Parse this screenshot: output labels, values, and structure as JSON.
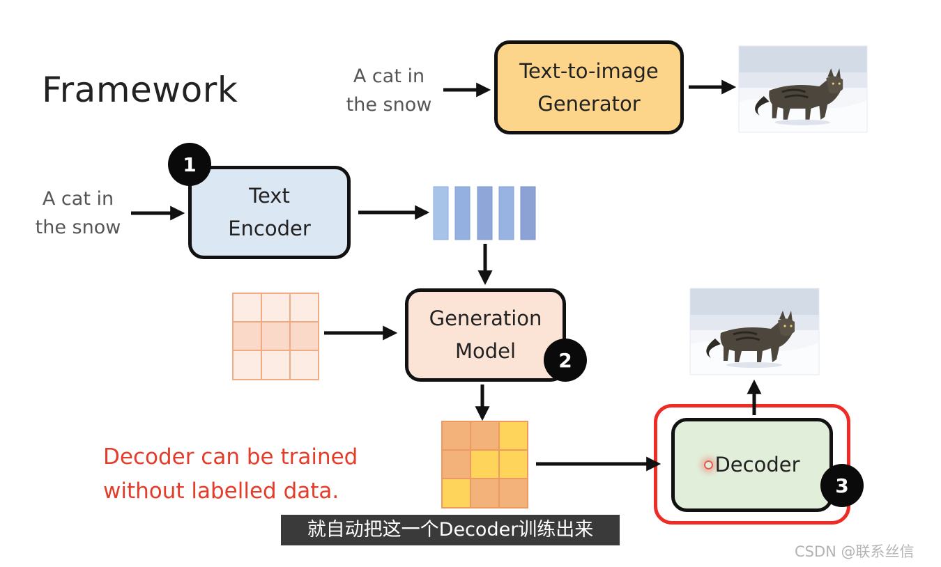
{
  "title": "Framework",
  "top_row": {
    "input_lines": [
      "A cat in",
      "the snow"
    ],
    "generator_lines": [
      "Text-to-image",
      "Generator"
    ]
  },
  "encoder_row": {
    "input_lines": [
      "A cat in",
      "the snow"
    ],
    "encoder_lines": [
      "Text",
      "Encoder"
    ],
    "badge": "1"
  },
  "generation": {
    "lines": [
      "Generation",
      "Model"
    ],
    "badge": "2"
  },
  "decoder": {
    "label": "Decoder",
    "badge": "3"
  },
  "note_lines": [
    "Decoder can be trained",
    "without labelled data."
  ],
  "subtitle": "就自动把这一个Decoder训练出来",
  "watermark": "CSDN @联系丝信",
  "colors": {
    "generator_fill": "#fdd58a",
    "encoder_fill": "#dbe7f3",
    "generation_fill": "#fbe4d6",
    "decoder_fill": "#e1efda",
    "highlight": "#ee2b24",
    "note": "#e53c2a",
    "vector": "#8fa9d6"
  },
  "icons": {
    "cat_image": "cat-photo",
    "latent_grid": "latent-grid"
  }
}
